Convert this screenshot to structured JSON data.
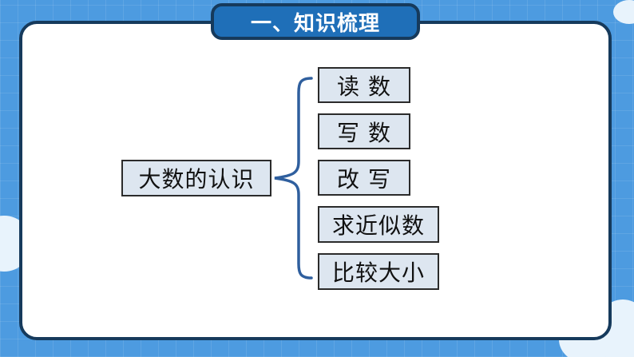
{
  "slide": {
    "title": "一、知识梳理"
  },
  "diagram": {
    "root": "大数的认识",
    "branches": [
      "读 数",
      "写 数",
      "改 写",
      "求近似数",
      "比较大小"
    ]
  },
  "colors": {
    "background": "#4d9be0",
    "title_bar": "#1f6fb8",
    "frame": "#163a5c",
    "box_fill": "#dde6f0",
    "brace": "#2f5f9e"
  }
}
